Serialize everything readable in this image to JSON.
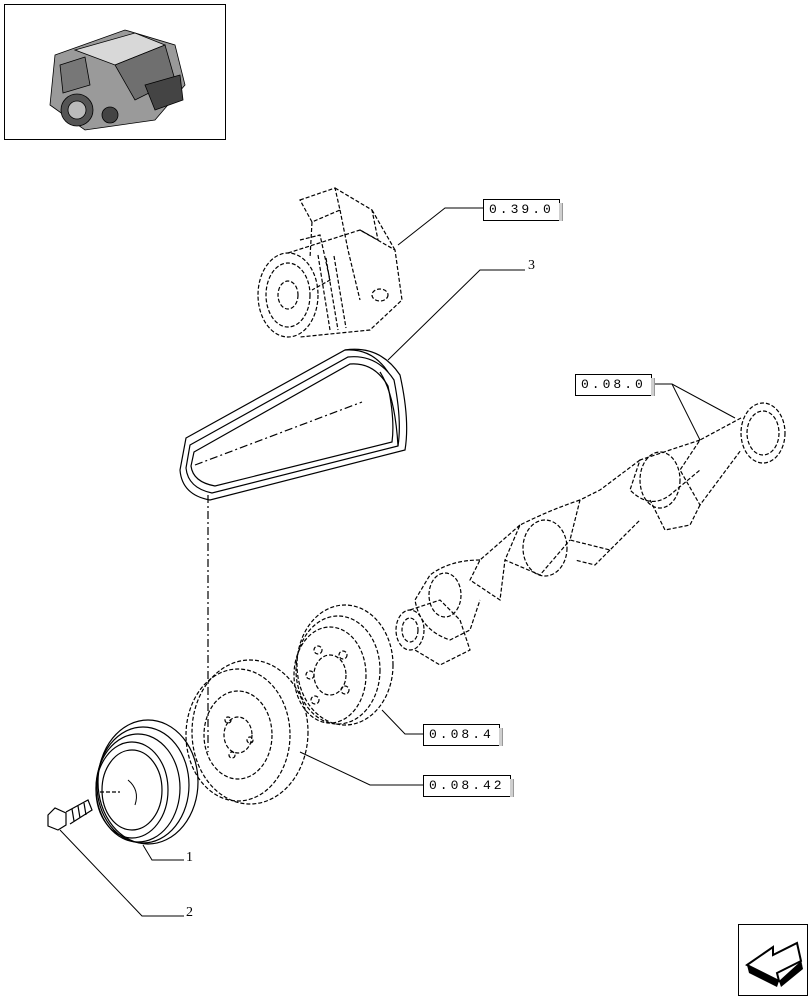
{
  "references": [
    {
      "id": "ref-0-39-0",
      "label": "0.39.0"
    },
    {
      "id": "ref-0-08-0",
      "label": "0.08.0"
    },
    {
      "id": "ref-0-08-4",
      "label": "0.08.4"
    },
    {
      "id": "ref-0-08-42",
      "label": "0.08.42"
    }
  ],
  "callouts": [
    {
      "id": "callout-1",
      "label": "1"
    },
    {
      "id": "callout-2",
      "label": "2"
    },
    {
      "id": "callout-3",
      "label": "3"
    }
  ],
  "icons": {
    "thumbnail": "engine-thumbnail-icon",
    "navigation": "next-page-arrow-icon"
  }
}
